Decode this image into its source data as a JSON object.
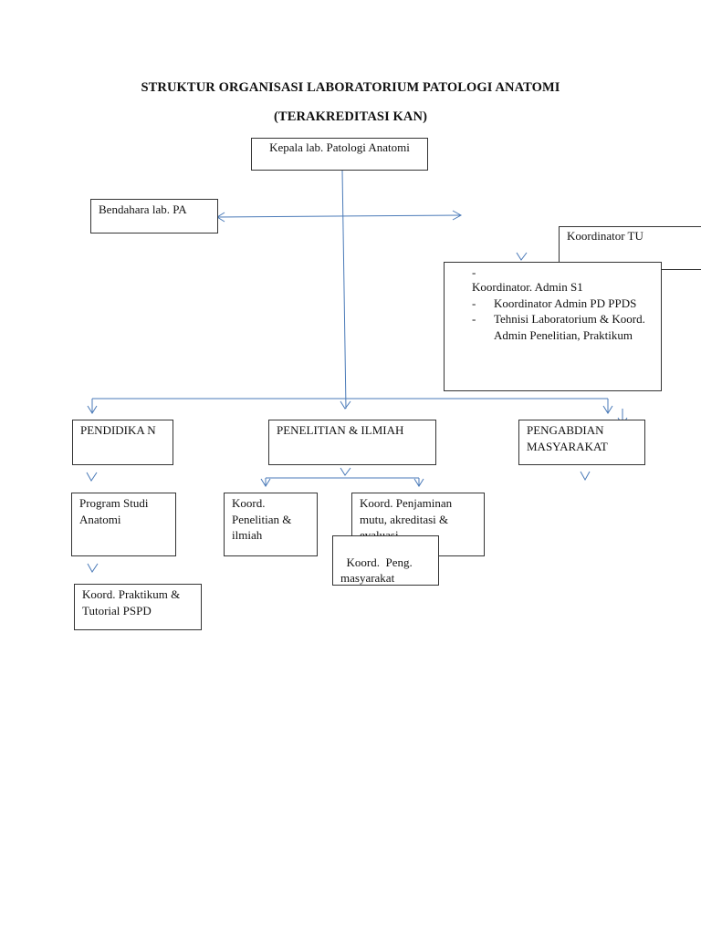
{
  "title": "STRUKTUR ORGANISASI LABORATORIUM PATOLOGI ANATOMI",
  "subtitle": "(TERAKREDITASI KAN)",
  "colors": {
    "connector": "#4a7ab8",
    "box_border": "#333333"
  },
  "nodes": {
    "kepala": "Kepala lab. Patologi Anatomi",
    "bendahara": "Bendahara lab. PA",
    "koordinator_tu": "Koordinator TU",
    "tu_staff": {
      "lead_dash": "-",
      "first": "Koordinator. Admin S1",
      "items": [
        "Koordinator Admin PD PPDS",
        "Tehnisi Laboratorium & Koord. Admin Penelitian, Praktikum"
      ]
    },
    "pendidikan": "PENDIDIKA N",
    "penelitian": "PENELITIAN & ILMIAH",
    "pengabdian": "PENGABDIAN MASYARAKAT",
    "program_studi": "Program Studi Anatomi",
    "koord_praktikum": "Koord. Praktikum & Tutorial PSPD",
    "koord_penelitian": "Koord. Penelitian & ilmiah",
    "koord_penjaminan": "Koord. Penjaminan mutu, akreditasi & evaluasi",
    "koord_peng_masyarakat": "Koord.  Peng. masyarakat"
  }
}
